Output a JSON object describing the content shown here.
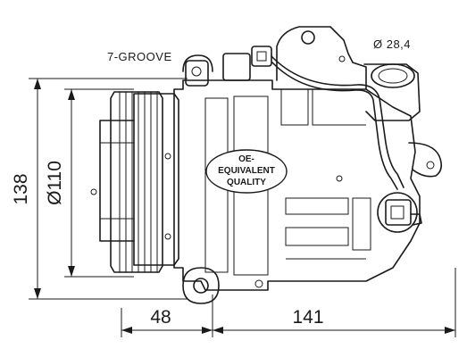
{
  "labels": {
    "groove": "7-GROOVE",
    "port_diameter": "Ø 28,4",
    "badge_line1": "OE-",
    "badge_line2": "EQUIVALENT",
    "badge_line3": "QUALITY"
  },
  "dimensions": {
    "overall_height": "138",
    "pulley_diameter": "Ø110",
    "pulley_offset": "48",
    "body_length": "141"
  }
}
